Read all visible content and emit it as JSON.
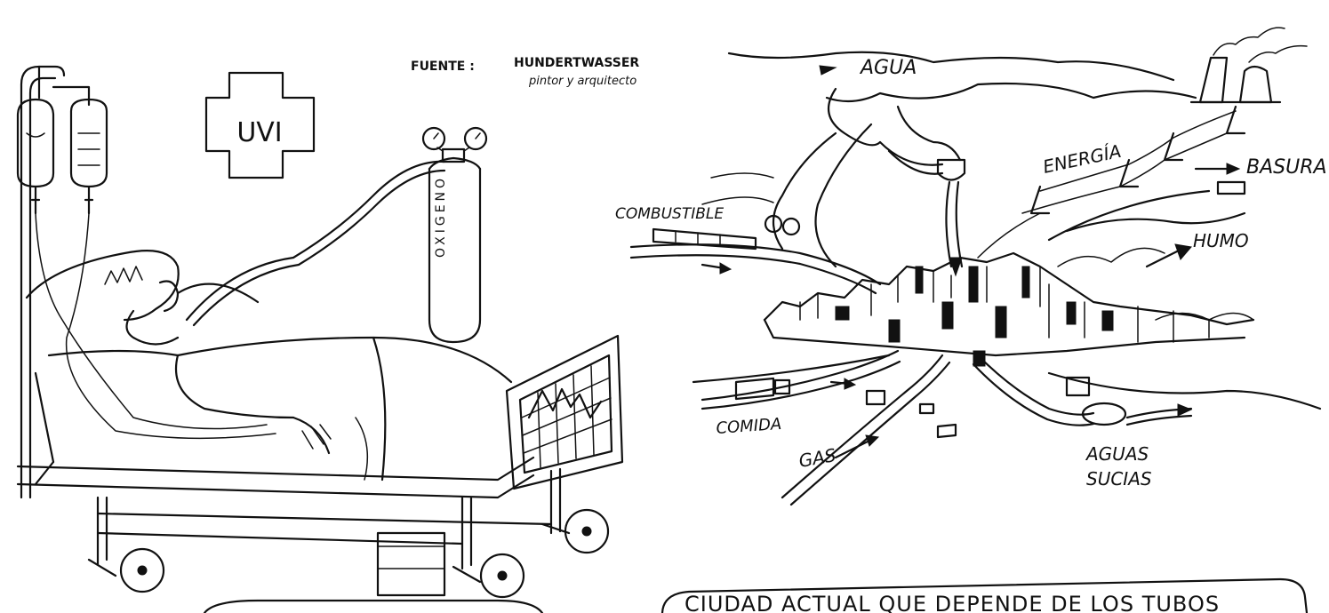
{
  "source": {
    "prefix": "FUENTE :",
    "name": "HUNDERTWASSER",
    "subtitle": "pintor y arquitecto"
  },
  "icu_sign": "UVI",
  "oxygen_label": "OXIGENO",
  "city_labels": {
    "water": "AGUA",
    "energy": "ENERGÍA",
    "garbage": "BASURA",
    "fuel": "COMBUSTIBLE",
    "smoke": "HUMO",
    "food": "COMIDA",
    "gas": "GAS",
    "sewage_line1": "AGUAS",
    "sewage_line2": "SUCIAS"
  },
  "caption": "CIUDAD ACTUAL QUE DEPENDE DE LOS TUBOS",
  "colors": {
    "ink": "#111111",
    "paper": "#ffffff"
  }
}
